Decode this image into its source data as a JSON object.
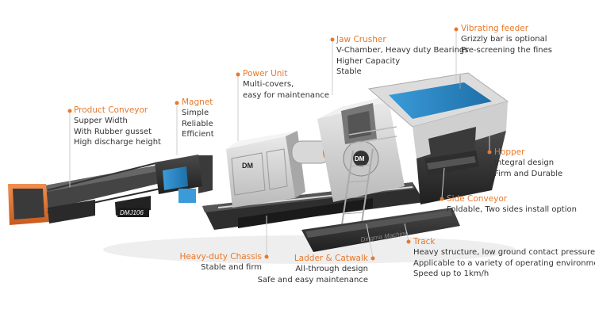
{
  "accent_color": "#e8782a",
  "text_color": "#333333",
  "machine": {
    "model_plate": "DMJ106",
    "brand_mark": "DM",
    "crusher_badge": "DM",
    "track_lettering": "Dingma Machine"
  },
  "callouts": {
    "vibrating_feeder": {
      "title": "Vibrating feeder",
      "lines": [
        "Grizzly bar is optional",
        "Pre-screening the fines"
      ]
    },
    "jaw_crusher": {
      "title": "Jaw Crusher",
      "lines": [
        "V-Chamber, Heavy duty Bearings",
        "Higher Capacity",
        "Stable"
      ]
    },
    "power_unit": {
      "title": "Power Unit",
      "lines": [
        "Multi-covers,",
        "easy for maintenance"
      ]
    },
    "magnet": {
      "title": "Magnet",
      "lines": [
        "Simple",
        "Reliable",
        "Efficient"
      ]
    },
    "product_conveyor": {
      "title": "Product Conveyor",
      "lines": [
        "Supper Width",
        "With Rubber gusset",
        "High discharge height"
      ]
    },
    "hopper": {
      "title": "Hopper",
      "lines": [
        "Integral design",
        "Firm and Durable"
      ]
    },
    "side_conveyor": {
      "title": "Side Conveyor",
      "lines": [
        "Foldable, Two sides install option"
      ]
    },
    "track": {
      "title": "Track",
      "lines": [
        "Heavy structure, low ground contact pressure",
        "Applicable to a variety of operating environments",
        "Speed up to 1km/h"
      ]
    },
    "heavy_duty_chassis": {
      "title": "Heavy-duty Chassis",
      "lines": [
        "Stable and firm"
      ]
    },
    "ladder_catwalk": {
      "title": "Ladder & Catwalk",
      "lines": [
        "All-through design",
        "Safe and easy maintenance"
      ]
    }
  }
}
